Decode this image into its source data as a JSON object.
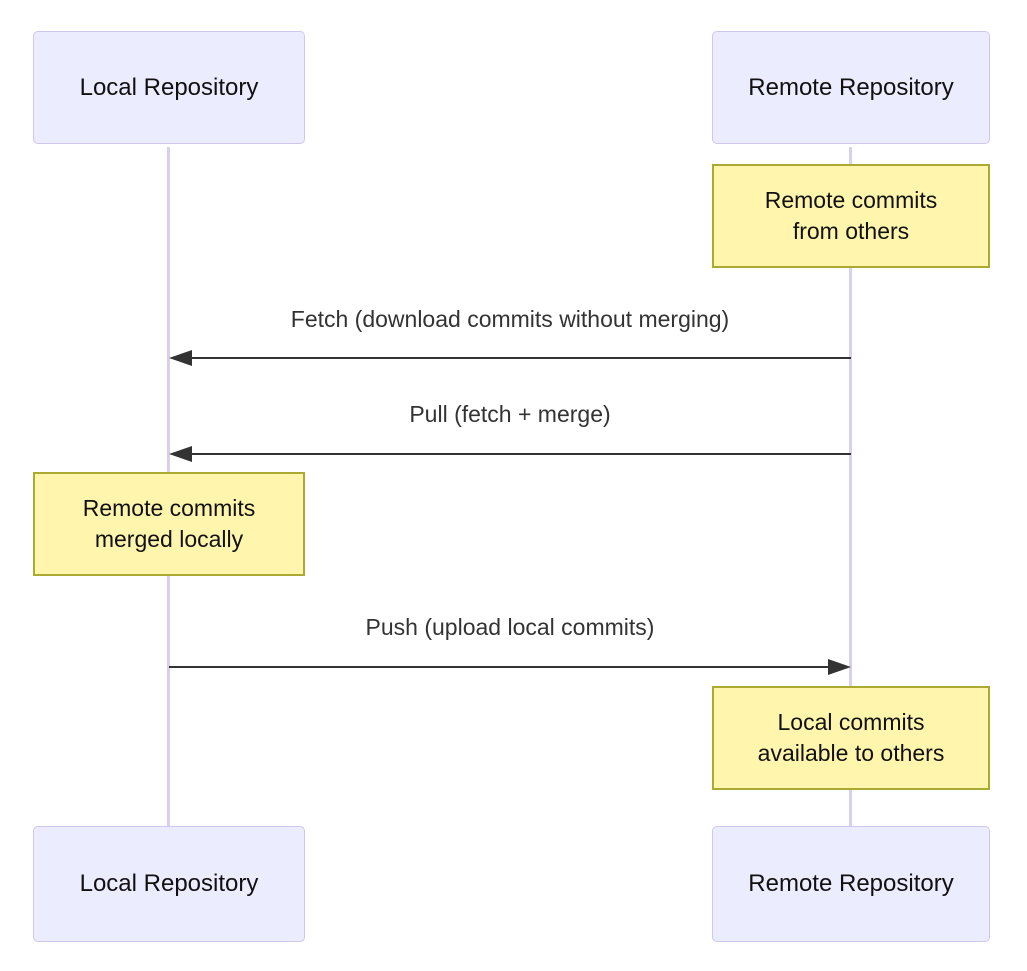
{
  "diagram": {
    "type": "sequence-diagram",
    "background": "#ffffff",
    "colors": {
      "actor_fill": "#ECECFF",
      "actor_border": "#CFC6EE",
      "actor_text": "#111111",
      "note_fill": "#FFF5AD",
      "note_border": "#AAAA33",
      "note_text": "#111111",
      "message_line": "#333333",
      "message_text": "#333333",
      "lifeline": "#D9CFEE"
    },
    "actors": [
      {
        "id": "local",
        "label": "Local Repository"
      },
      {
        "id": "remote",
        "label": "Remote Repository"
      }
    ],
    "messages": [
      {
        "from": "remote",
        "to": "local",
        "direction": "left",
        "label": "Fetch (download commits without merging)"
      },
      {
        "from": "remote",
        "to": "local",
        "direction": "left",
        "label": "Pull (fetch + merge)"
      },
      {
        "from": "local",
        "to": "remote",
        "direction": "right",
        "label": "Push (upload local commits)"
      }
    ],
    "notes": [
      {
        "over": "remote",
        "lines": [
          "Remote commits",
          "from others"
        ]
      },
      {
        "over": "local",
        "lines": [
          "Remote commits",
          "merged locally"
        ]
      },
      {
        "over": "remote",
        "lines": [
          "Local commits",
          "available to others"
        ]
      }
    ]
  }
}
